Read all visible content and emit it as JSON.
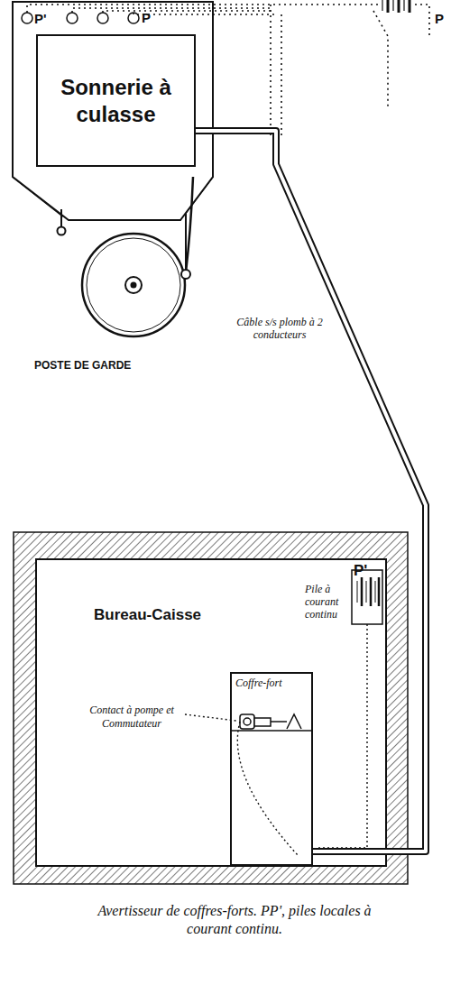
{
  "diagram": {
    "caption": "Avertisseur de coffres-forts. PP', piles locales à courant continu.",
    "nodes": [
      {
        "text": [
          "Sonnerie à culasse"
        ]
      },
      {
        "text": [
          "Bureau-Caisse"
        ]
      },
      {
        "text": [
          "P'",
          "Pile à courant continu"
        ],
        "in": 1
      },
      {
        "text": [
          "Coffre-fort"
        ],
        "in": 1
      }
    ],
    "edges": [
      {
        "from": 3,
        "to": 0,
        "arrow": "none",
        "label": "Câble s/s plomb à 2 conducteurs"
      }
    ],
    "labels": [
      "P'",
      "P",
      "P",
      "POSTE DE GARDE",
      "Contact à pompe et Commutateur"
    ]
  }
}
